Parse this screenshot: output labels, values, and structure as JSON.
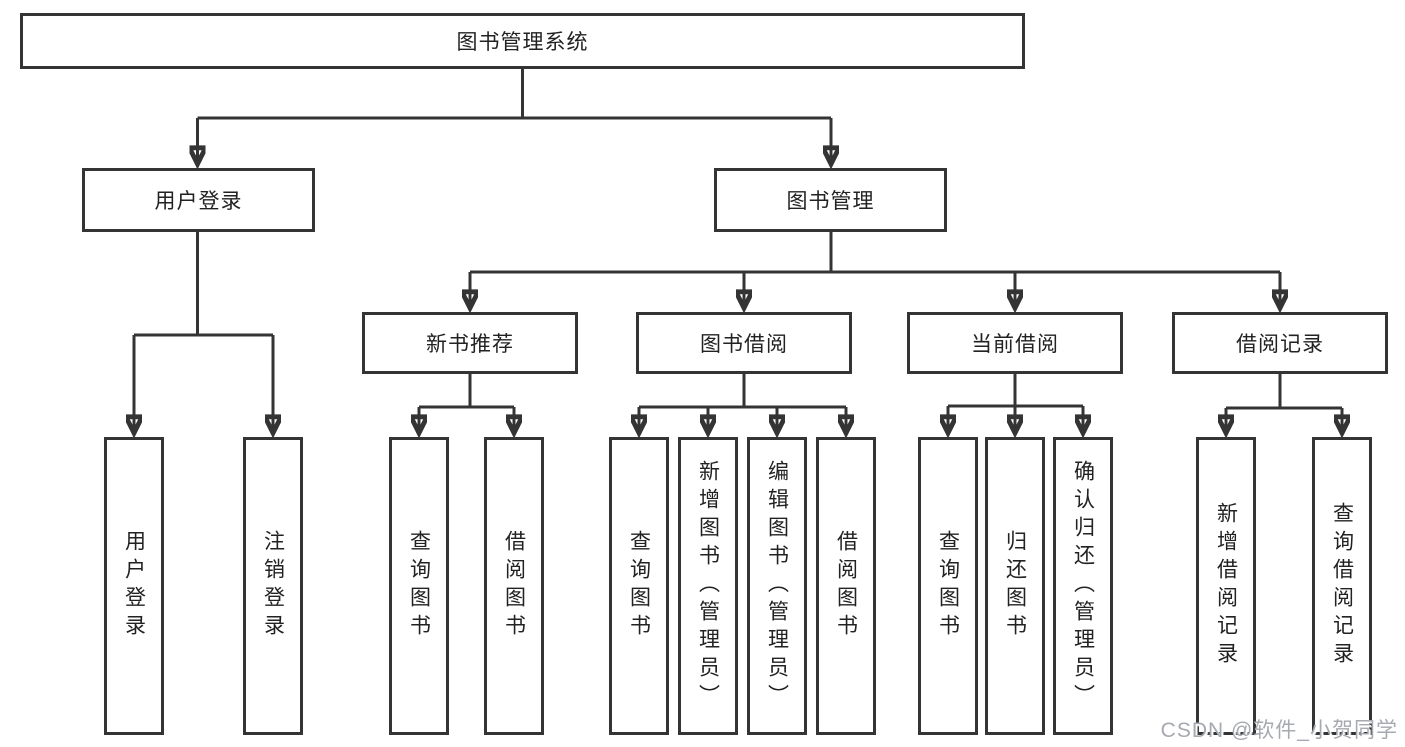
{
  "diagram": {
    "root": {
      "label": "图书管理系统"
    },
    "branches": [
      {
        "label": "用户登录",
        "children": [
          {
            "label": "用户登录"
          },
          {
            "label": "注销登录"
          }
        ]
      },
      {
        "label": "图书管理",
        "children": [
          {
            "label": "新书推荐",
            "children": [
              {
                "label": "查询图书"
              },
              {
                "label": "借阅图书"
              }
            ]
          },
          {
            "label": "图书借阅",
            "children": [
              {
                "label": "查询图书"
              },
              {
                "label": "新增图书（管理员）"
              },
              {
                "label": "编辑图书（管理员）"
              },
              {
                "label": "借阅图书"
              }
            ]
          },
          {
            "label": "当前借阅",
            "children": [
              {
                "label": "查询图书"
              },
              {
                "label": "归还图书"
              },
              {
                "label": "确认归还（管理员）"
              }
            ]
          },
          {
            "label": "借阅记录",
            "children": [
              {
                "label": "新增借阅记录"
              },
              {
                "label": "查询借阅记录"
              }
            ]
          }
        ]
      }
    ],
    "watermark": "CSDN @软件_小贺同学",
    "colors": {
      "line": "#343434",
      "text": "#222222",
      "background": "#ffffff",
      "watermark": "#a6a9b0"
    }
  }
}
